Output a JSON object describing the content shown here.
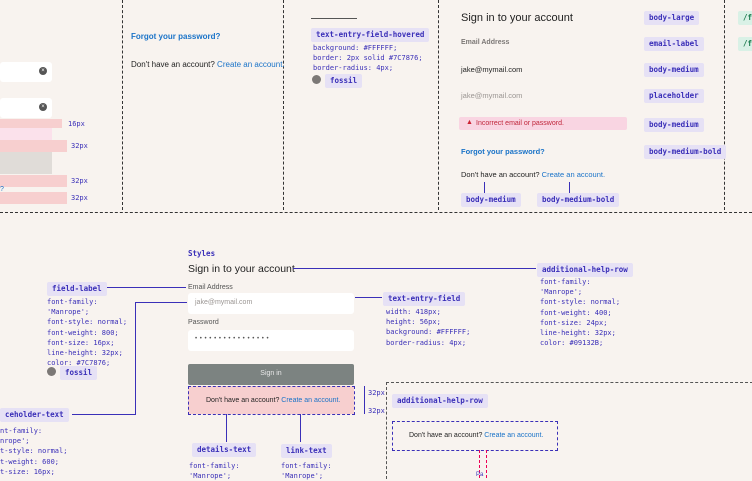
{
  "top_col1": {
    "m1": "16px",
    "m2": "32px",
    "m3": "32px",
    "m4": "32px"
  },
  "top_col2": {
    "forgot": "Forgot your password?",
    "no_account": "Don't have an account?",
    "create": "Create an account."
  },
  "top_col3": {
    "tag": "text-entry-field-hovered",
    "code": "background: #FFFFFF;\nborder: 2px solid #7C7876;\nborder-radius: 4px;",
    "fossil": "fossil"
  },
  "top_col4": {
    "title": "Sign in to your account",
    "email_label": "Email Address",
    "email_value": "jake@mymail.com",
    "placeholder": "jake@mymail.com",
    "error": "Incorrect email or password.",
    "forgot": "Forgot your password?",
    "no_account": "Don't have an account?",
    "create": "Create an account.",
    "tags": {
      "body_large": "body-large",
      "email_label": "email-label",
      "body_medium_1": "body-medium",
      "placeholder": "placeholder",
      "body_medium_2": "body-medium",
      "body_medium_bold": "body-medium-bold",
      "bottom_body_medium": "body-medium",
      "bottom_body_medium_bold": "body-medium-bold"
    },
    "edge_text_1": "/fc",
    "edge_text_2": "/fc"
  },
  "bottom": {
    "styles_heading": "Styles",
    "title": "Sign in to your account",
    "email_label": "Email Address",
    "email_placeholder": "jake@mymail.com",
    "password_label": "Password",
    "password_dots": "• • • • • • • • • • • • • • • •",
    "sign_in": "Sign in",
    "no_account": "Don't have an account?",
    "create": "Create an account.",
    "tags": {
      "field_label": "field-label",
      "text_entry_field": "text-entry-field",
      "additional_help_row": "additional-help-row",
      "additional_help_row_2": "additional-help-row",
      "placeholder_text": "ceholder-text",
      "details_text": "details-text",
      "link_text": "link-text",
      "fossil": "fossil"
    },
    "field_label_code": "font-family:\n'Manrope';\nfont-style: normal;\nfont-weight: 800;\nfont-size: 16px;\nline-height: 32px;\ncolor: #7C7876;",
    "text_entry_code": "width: 418px;\nheight: 56px;\nbackground: #FFFFFF;\nborder-radius: 4px;",
    "help_row_code": "font-family:\n'Manrope';\nfont-style: normal;\nfont-weight: 400;\nfont-size: 24px;\nline-height: 32px;\ncolor: #09132B;",
    "placeholder_code": "nt-family:\nnrope';\nt-style: normal;\nt-weight: 600;\nt-size: 16px;",
    "details_code": "font-family:\n'Manrope';",
    "link_code": "font-family:\n'Manrope';",
    "m32a": "32px",
    "m32b": "32px",
    "help_no_account": "Don't have an account?",
    "help_create": "Create an account.",
    "bottom_cut": "Pa"
  }
}
